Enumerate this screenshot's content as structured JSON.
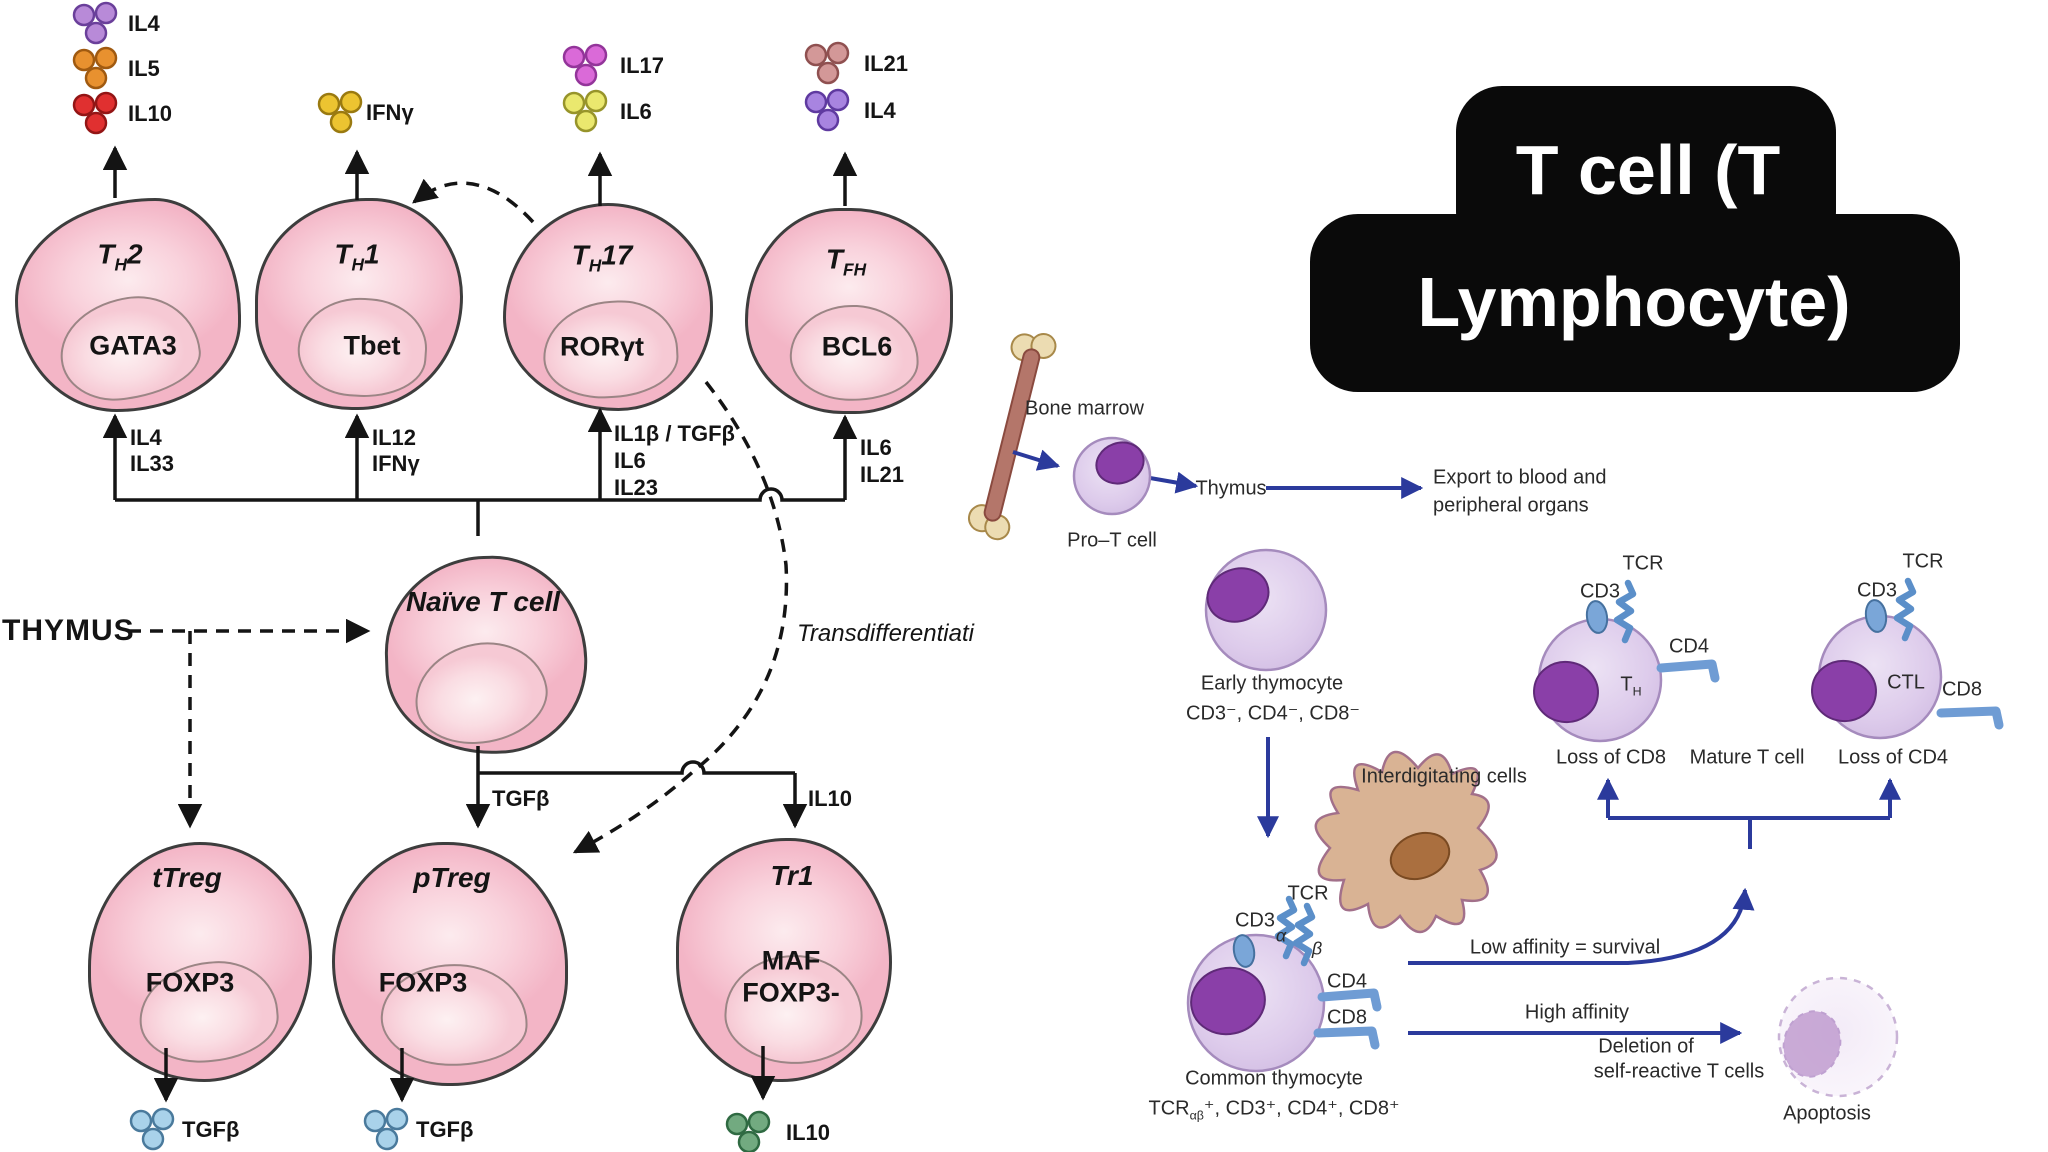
{
  "title": {
    "line1": "T cell (T",
    "line2": "Lymphocyte)"
  },
  "colors": {
    "arrow_black": "#141414",
    "arrow_blue": "#2b3a9c",
    "cytokines": {
      "il4": {
        "label": "IL4",
        "fill": "#b88ad8",
        "stroke": "#6a3f9a"
      },
      "il5": {
        "label": "IL5",
        "fill": "#e8912f",
        "stroke": "#a05a10"
      },
      "il10": {
        "label": "IL10",
        "fill": "#e03030",
        "stroke": "#931515"
      },
      "ifng": {
        "label": "IFNγ",
        "fill": "#ecc431",
        "stroke": "#9a7a10"
      },
      "il17": {
        "label": "IL17",
        "fill": "#da6ad8",
        "stroke": "#93359a"
      },
      "il6": {
        "label": "IL6",
        "fill": "#eae86e",
        "stroke": "#97942a"
      },
      "il21": {
        "label": "IL21",
        "fill": "#d39898",
        "stroke": "#8f5050"
      },
      "il4b": {
        "label": "IL4",
        "fill": "#a884e0",
        "stroke": "#5f3aa0"
      },
      "tgfb1": {
        "label": "TGFβ",
        "fill": "#a9d2ea",
        "stroke": "#4a7a9c"
      },
      "tgfb2": {
        "label": "TGFβ",
        "fill": "#a9d2ea",
        "stroke": "#4a7a9c"
      },
      "il10g": {
        "label": "IL10",
        "fill": "#72aa80",
        "stroke": "#2f6a42"
      }
    }
  },
  "left": {
    "thymus": "THYMUS",
    "transdiff": "Transdifferentiati",
    "naive": "Naïve T cell",
    "cells": {
      "th2": {
        "pre": "T",
        "sub": "H",
        "post": "2",
        "factor": "GATA3"
      },
      "th1": {
        "pre": "T",
        "sub": "H",
        "post": "1",
        "factor": "Tbet"
      },
      "th17": {
        "pre": "T",
        "sub": "H",
        "post": "17",
        "factor": "RORγt"
      },
      "tfh": {
        "pre": "T",
        "sub": "FH",
        "post": "",
        "factor": "BCL6"
      },
      "ttreg": {
        "label": "tTreg",
        "factor": "FOXP3"
      },
      "ptreg": {
        "label": "pTreg",
        "factor": "FOXP3"
      },
      "tr1": {
        "label": "Tr1",
        "factor1": "MAF",
        "factor2": "FOXP3-"
      }
    },
    "inputs": {
      "th2": [
        "IL4",
        "IL33"
      ],
      "th1": [
        "IL12",
        "IFNγ"
      ],
      "th17": [
        "IL1β / TGFβ",
        "IL6",
        "IL23"
      ],
      "tfh": [
        "IL6",
        "IL21"
      ],
      "ptreg": "TGFβ",
      "tr1": "IL10"
    }
  },
  "right": {
    "bone_marrow": "Bone marrow",
    "pro_t": "Pro–T cell",
    "thymus": "Thymus",
    "export1": "Export to blood and",
    "export2": "peripheral organs",
    "early": "Early thymocyte",
    "early_pheno": "CD3⁻, CD4⁻, CD8⁻",
    "interdigitating": "Interdigitating cells",
    "tcr_common": "TCR",
    "cd3_common": "CD3",
    "alpha": "α",
    "beta": "β",
    "cd4_common": "CD4",
    "cd8_common": "CD8",
    "common": "Common thymocyte",
    "common_pheno_pre": "TCR",
    "common_pheno_sub": "αβ",
    "common_pheno_post": "⁺, CD3⁺, CD4⁺, CD8⁺",
    "low_affinity": "Low affinity = survival",
    "high_affinity": "High affinity",
    "deletion1": "Deletion of",
    "deletion2": "self-reactive T cells",
    "apoptosis": "Apoptosis",
    "loss_cd8": "Loss of CD8",
    "mature": "Mature T cell",
    "loss_cd4": "Loss of CD4",
    "tcr_th": "TCR",
    "cd3_th": "CD3",
    "cd4_th": "CD4",
    "th_pre": "T",
    "th_sub": "H",
    "tcr_ctl": "TCR",
    "cd3_ctl": "CD3",
    "ctl": "CTL",
    "cd8_ctl": "CD8"
  }
}
